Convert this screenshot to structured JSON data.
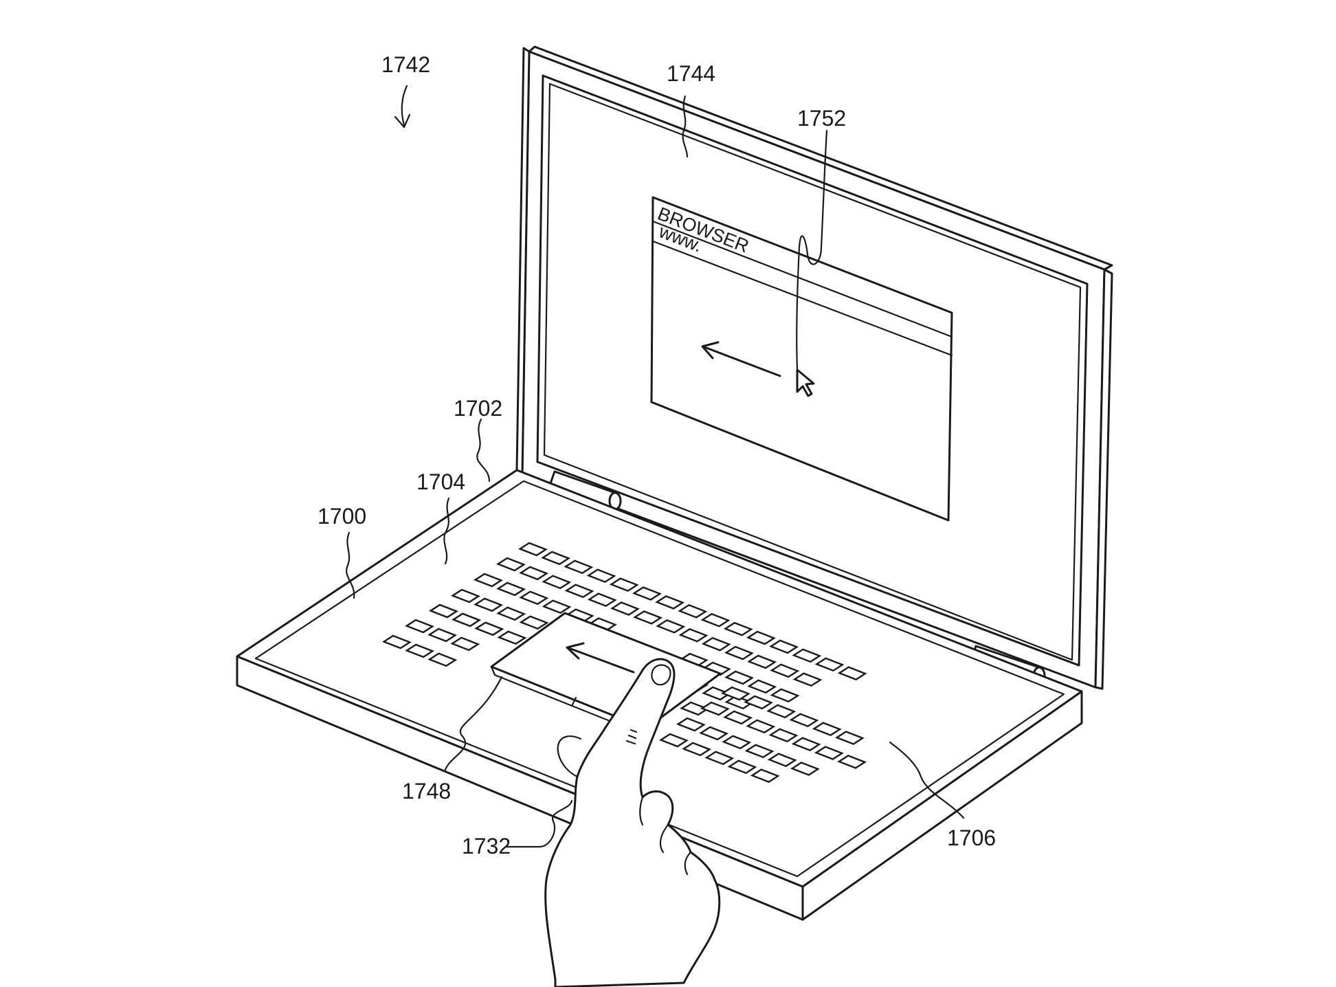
{
  "figure": {
    "ref_labels": {
      "device": "1700",
      "housing": "1702",
      "top_case": "1704",
      "keyboard": "1706",
      "finger": "1732",
      "figure_ref": "1742",
      "display": "1744",
      "trackpad": "1748",
      "cursor_path": "1752"
    },
    "screen": {
      "browser_title": "BROWSER",
      "address_text": "www."
    },
    "keyboard_layout": {
      "rows": [
        {
          "keys": 15
        },
        {
          "keys": 14
        },
        {
          "keys": 14
        },
        {
          "keys": 13
        },
        {
          "keys": 12
        }
      ]
    }
  }
}
